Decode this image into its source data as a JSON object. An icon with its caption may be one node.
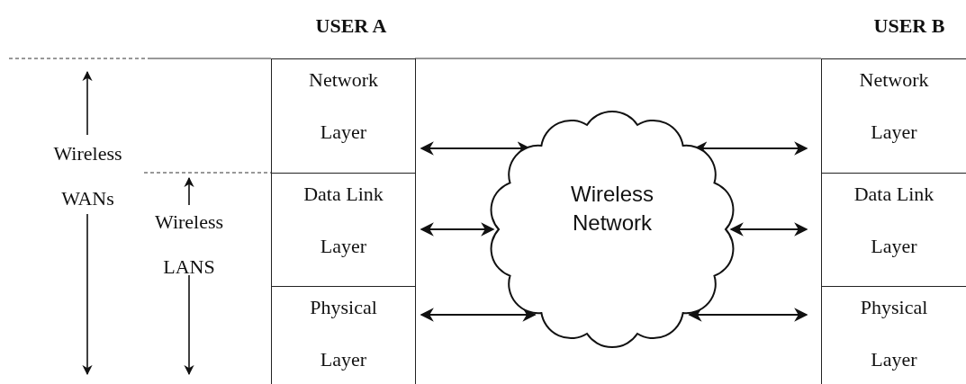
{
  "diagram": {
    "nodes": [
      {
        "text": [
          "Network Layer"
        ]
      },
      {
        "text": [
          "Data Link Layer"
        ]
      },
      {
        "text": [
          "Physical Layer"
        ]
      },
      {
        "text": [
          "Wireless Network"
        ]
      },
      {
        "text": [
          "Network Layer"
        ]
      },
      {
        "text": [
          "Data Link Layer"
        ]
      },
      {
        "text": [
          "Physical Layer"
        ]
      }
    ],
    "edges": [
      {
        "from": 0,
        "to": 3,
        "arrow": "both"
      },
      {
        "from": 1,
        "to": 3,
        "arrow": "both"
      },
      {
        "from": 2,
        "to": 3,
        "arrow": "both"
      },
      {
        "from": 3,
        "to": 4,
        "arrow": "both"
      },
      {
        "from": 3,
        "to": 5,
        "arrow": "both"
      },
      {
        "from": 3,
        "to": 6,
        "arrow": "both"
      }
    ],
    "labels": [
      "USER A",
      "USER B",
      "Wireless WANs",
      "Wireless LANS"
    ]
  }
}
